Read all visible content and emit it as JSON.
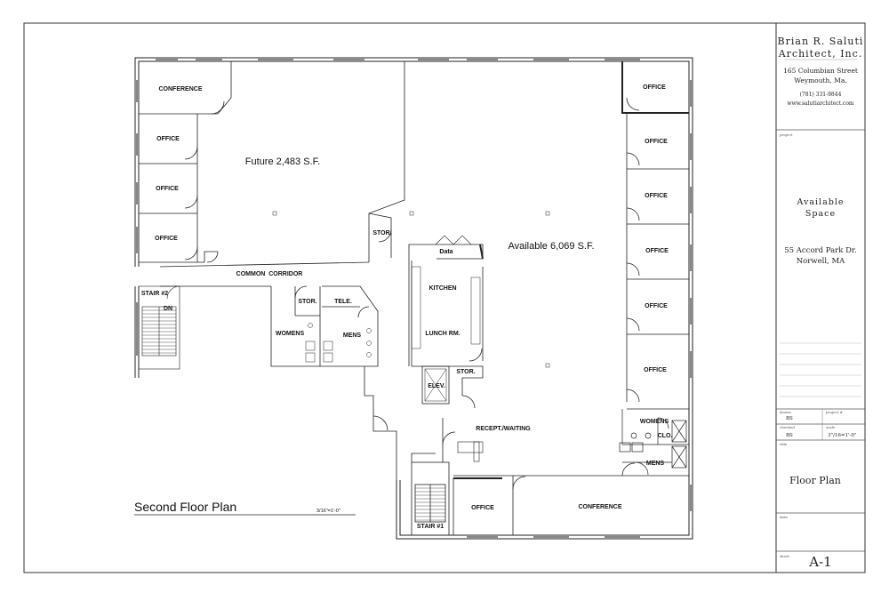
{
  "title_block": {
    "firm_line1": "Brian R. Saluti",
    "firm_line2": "Architect, Inc.",
    "address_line1": "165 Columbian Street",
    "address_line2": "Weymouth, Ma.",
    "phone": "(781) 331-9844",
    "website": "www.salutiarchitect.com",
    "project_caption": "project",
    "project_line1": "Available",
    "project_line2": "Space",
    "site_line1": "55 Accord Park Dr.",
    "site_line2": "Norwell, MA",
    "drawn_caption": "drawn",
    "drawn_value": "BS",
    "project_no_caption": "project #",
    "checked_caption": "checked",
    "checked_value": "BS",
    "scale_caption": "scale",
    "scale_value": "3\"/16=1'-0\"",
    "title_caption": "title",
    "sheet_title": "Floor Plan",
    "date_caption": "date",
    "sheet_caption": "sheet",
    "sheet_number": "A-1"
  },
  "plan": {
    "title": "Second Floor Plan",
    "scale": "3/16\"=1'-0\"",
    "areas": {
      "future": "Future 2,483 S.F.",
      "available": "Available 6,069 S.F."
    },
    "rooms": {
      "conference_nw": "CONFERENCE",
      "office": "OFFICE",
      "stor": "STOR.",
      "data": "Data",
      "kitchen": "KITCHEN",
      "lunch": "LUNCH RM.",
      "common_corridor": "COMMON  CORRIDOR",
      "stair2": "STAIR #2",
      "stair1": "STAIR #1",
      "tele": "TELE.",
      "womens": "WOMENS",
      "mens": "MENS",
      "elev": "ELEV.",
      "recep": "RECEPT./WAITING",
      "conference_s": "CONFERENCE",
      "clo": "CLO.",
      "dn": "DN"
    }
  }
}
